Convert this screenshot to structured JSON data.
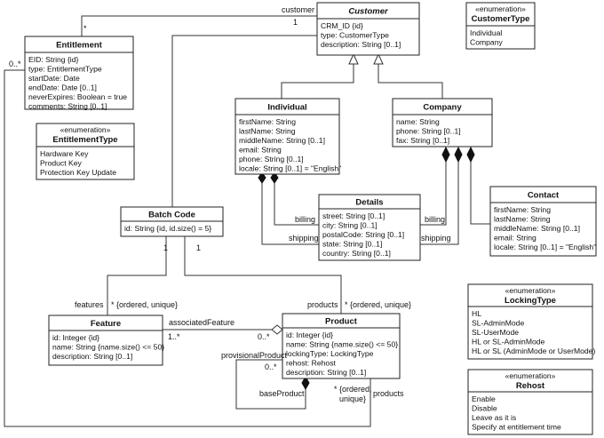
{
  "classes": [
    {
      "id": "customer",
      "title": "Customer",
      "italic": true,
      "stereotype": "",
      "attributes": [
        "CRM_ID {id}",
        "type: CustomerType",
        "description: String [0..1]"
      ]
    },
    {
      "id": "customer-type",
      "title": "CustomerType",
      "italic": false,
      "stereotype": "«enumeration»",
      "attributes": [
        "Individual",
        "Company"
      ]
    },
    {
      "id": "entitlement",
      "title": "Entitlement",
      "italic": false,
      "stereotype": "",
      "attributes": [
        "EID: String {id}",
        "type: EntitlementType",
        "startDate: Date",
        "endDate: Date [0..1]",
        "neverExpires: Boolean = true",
        "comments: String [0..1]"
      ]
    },
    {
      "id": "entitlement-type",
      "title": "EntitlementType",
      "italic": false,
      "stereotype": "«enumeration»",
      "attributes": [
        "Hardware Key",
        "Product Key",
        "Protection Key Update"
      ]
    },
    {
      "id": "individual",
      "title": "Individual",
      "italic": false,
      "stereotype": "",
      "attributes": [
        "firstName: String",
        "lastName: String",
        "middleName: String [0..1]",
        "email: String",
        "phone: String [0..1]",
        "locale: String [0..1] = \"English\""
      ]
    },
    {
      "id": "company",
      "title": "Company",
      "italic": false,
      "stereotype": "",
      "attributes": [
        "name: String",
        "phone: String [0..1]",
        "fax: String [0..1]"
      ]
    },
    {
      "id": "details",
      "title": "Details",
      "italic": false,
      "stereotype": "",
      "attributes": [
        "street: String [0..1]",
        "city: String [0..1]",
        "postalCode: String [0..1]",
        "state: String [0..1]",
        "country: String [0..1]"
      ]
    },
    {
      "id": "contact",
      "title": "Contact",
      "italic": false,
      "stereotype": "",
      "attributes": [
        "firstName: String",
        "lastName: String",
        "middleName: String [0..1]",
        "email: String",
        "locale: String [0..1] = \"English\""
      ]
    },
    {
      "id": "batch-code",
      "title": "Batch Code",
      "italic": false,
      "stereotype": "",
      "attributes": [
        "id: String {id, id.size() = 5}"
      ]
    },
    {
      "id": "feature",
      "title": "Feature",
      "italic": false,
      "stereotype": "",
      "attributes": [
        "id: Integer {id}",
        "name: String {name.size() <= 50}",
        "description: String [0..1]"
      ]
    },
    {
      "id": "product",
      "title": "Product",
      "italic": false,
      "stereotype": "",
      "attributes": [
        "id: Integer {id}",
        "name: String {name.size() <= 50}",
        "lockingType: LockingType",
        "rehost: Rehost",
        "description: String [0..1]"
      ]
    },
    {
      "id": "locking-type",
      "title": "LockingType",
      "italic": false,
      "stereotype": "«enumeration»",
      "attributes": [
        "HL",
        "SL-AdminMode",
        "SL-UserMode",
        "HL or SL-AdminMode",
        "HL or SL (AdminMode or UserMode)"
      ]
    },
    {
      "id": "rehost",
      "title": "Rehost",
      "italic": false,
      "stereotype": "«enumeration»",
      "attributes": [
        "Enable",
        "Disable",
        "Leave as it is",
        "Specify at entitlement time"
      ]
    }
  ],
  "labels": [
    {
      "id": "customer-role",
      "text": "customer"
    },
    {
      "id": "customer-mult",
      "text": "1"
    },
    {
      "id": "entitlement-star",
      "text": "*"
    },
    {
      "id": "entitlement-left-mult",
      "text": "0..*"
    },
    {
      "id": "billing-left",
      "text": "billing"
    },
    {
      "id": "shipping-left",
      "text": "shipping"
    },
    {
      "id": "billing-right",
      "text": "billing"
    },
    {
      "id": "shipping-right",
      "text": "shipping"
    },
    {
      "id": "batch-mult-1a",
      "text": "1"
    },
    {
      "id": "batch-mult-1b",
      "text": "1"
    },
    {
      "id": "features-role",
      "text": "features"
    },
    {
      "id": "features-ordered",
      "text": "* {ordered, unique}"
    },
    {
      "id": "products-role",
      "text": "products"
    },
    {
      "id": "products-ordered",
      "text": "* {ordered, unique}"
    },
    {
      "id": "associated-feature",
      "text": "associatedFeature"
    },
    {
      "id": "feature-mult",
      "text": "1..*"
    },
    {
      "id": "product-agg-mult",
      "text": "0..*"
    },
    {
      "id": "provisional-product",
      "text": "provisionalProduct"
    },
    {
      "id": "provisional-mult",
      "text": "0..*"
    },
    {
      "id": "base-product",
      "text": "baseProduct"
    },
    {
      "id": "bottom-ordered-1",
      "text": "* {ordered,"
    },
    {
      "id": "bottom-ordered-2",
      "text": "unique}"
    },
    {
      "id": "bottom-products",
      "text": "products"
    }
  ]
}
